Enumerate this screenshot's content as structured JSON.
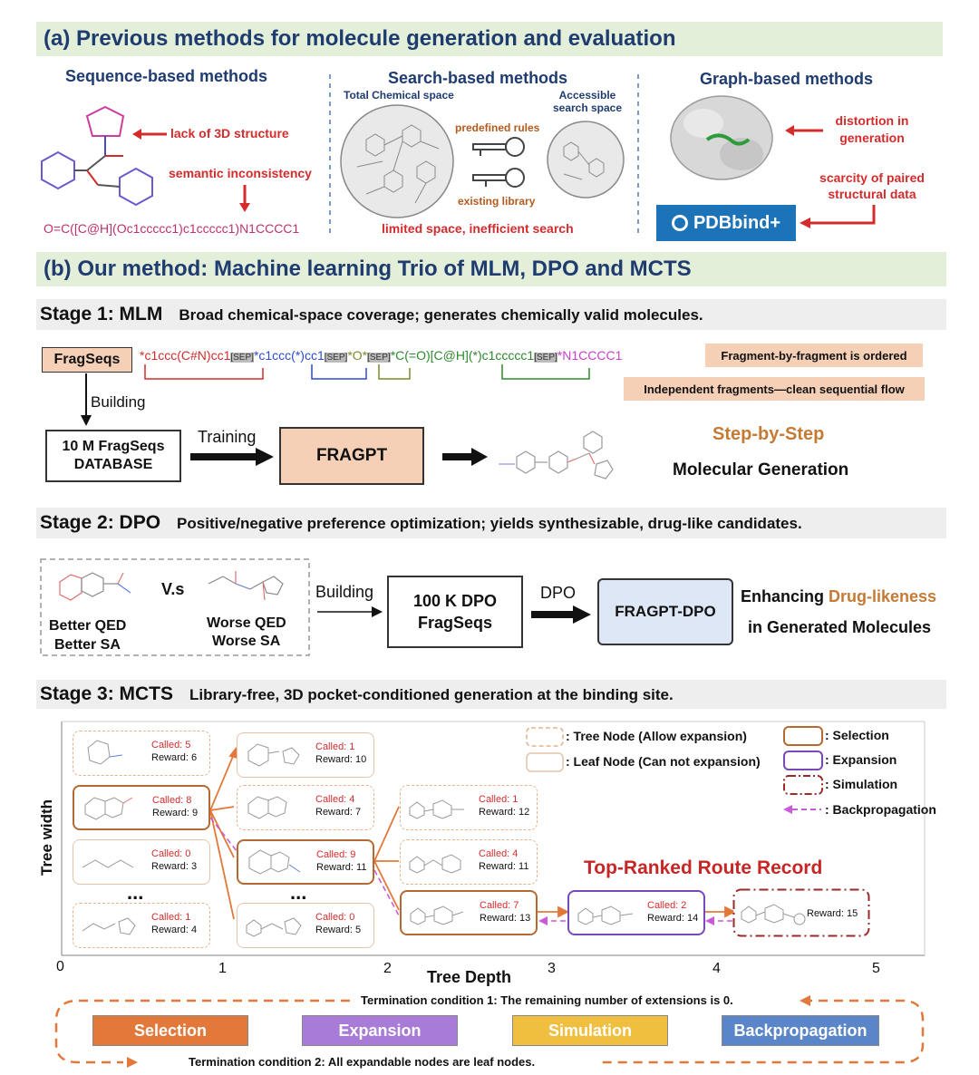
{
  "section_a": {
    "header": "(a) Previous methods for molecule generation and evaluation",
    "sequence": {
      "title": "Sequence-based methods",
      "lack3d": "lack of 3D structure",
      "semantic": "semantic inconsistency",
      "smiles": "O=C([C@H](Oc1ccccc1)c1ccccc1)N1CCCC1"
    },
    "search": {
      "title": "Search-based methods",
      "total_space": "Total Chemical space",
      "accessible": "Accessible search space",
      "predefined": "predefined rules",
      "existing": "existing library",
      "limited": "limited space, inefficient search"
    },
    "graph": {
      "title": "Graph-based methods",
      "distortion": "distortion in generation",
      "scarcity": "scarcity of paired structural data",
      "pdbbind": "PDBbind+"
    }
  },
  "section_b": {
    "header": "(b) Our method: Machine learning Trio of MLM, DPO and MCTS"
  },
  "stage1": {
    "title": "Stage 1:  MLM",
    "desc": "Broad chemical-space coverage; generates chemically valid molecules.",
    "fragseqs": "FragSeqs",
    "seq_parts": [
      "*c1ccc(C#N)cc1",
      "[SEP]",
      "*c1ccc(*)cc1",
      "[SEP]",
      "*O*",
      "[SEP]",
      "*C(=O)[C@H](*)c1ccccc1",
      "[SEP]",
      "*N1CCCC1"
    ],
    "ordered": "Fragment-by-fragment is ordered",
    "independent": "Independent fragments—clean sequential flow",
    "building": "Building",
    "database": "10 M FragSeqs DATABASE",
    "training": "Training",
    "fragpt": "FRAGPT",
    "step": "Step-by-Step",
    "molgen": "Molecular Generation"
  },
  "stage2": {
    "title": "Stage 2:  DPO",
    "desc": "Positive/negative preference optimization; yields synthesizable, drug-like candidates.",
    "vs": "V.s",
    "better1": "Better QED",
    "better2": "Better SA",
    "worse1": "Worse QED",
    "worse2": "Worse SA",
    "building": "Building",
    "dpo_db": "100 K DPO FragSeqs",
    "dpo": "DPO",
    "fragpt_dpo": "FRAGPT-DPO",
    "enh1": "Enhancing",
    "enh2": "Drug-likeness",
    "enh3": "in Generated Molecules"
  },
  "stage3": {
    "title": "Stage 3: MCTS",
    "desc": "Library-free, 3D pocket-conditioned generation at the binding site.",
    "legend": {
      "tree_node": ": Tree Node (Allow expansion)",
      "leaf_node": ": Leaf Node (Can not expansion)",
      "selection": ": Selection",
      "expansion": ": Expansion",
      "simulation": ": Simulation",
      "backprop": ": Backpropagation"
    },
    "y_label": "Tree width",
    "x_label": "Tree Depth",
    "x_ticks": [
      "0",
      "1",
      "2",
      "3",
      "4",
      "5"
    ],
    "top_ranked": "Top-Ranked Route Record",
    "ellipsis": "...",
    "nodes": [
      {
        "called": "Called: 5",
        "reward": "Reward: 6"
      },
      {
        "called": "Called: 8",
        "reward": "Reward: 9"
      },
      {
        "called": "Called: 0",
        "reward": "Reward: 3"
      },
      {
        "called": "Called: 1",
        "reward": "Reward: 4"
      },
      {
        "called": "Called: 1",
        "reward": "Reward: 10"
      },
      {
        "called": "Called: 4",
        "reward": "Reward: 7"
      },
      {
        "called": "Called: 9",
        "reward": "Reward: 11"
      },
      {
        "called": "Called: 0",
        "reward": "Reward: 5"
      },
      {
        "called": "Called: 1",
        "reward": "Reward: 12"
      },
      {
        "called": "Called: 4",
        "reward": "Reward: 11"
      },
      {
        "called": "Called: 7",
        "reward": "Reward: 13"
      },
      {
        "called": "Called: 2",
        "reward": "Reward: 14"
      },
      {
        "called": "",
        "reward": "Reward: 15"
      }
    ],
    "term1": "Termination condition 1: The remaining number of extensions is 0.",
    "term2": "Termination condition 2: All expandable nodes are leaf nodes.",
    "pills": [
      {
        "label": "Selection",
        "color": "#e2793a"
      },
      {
        "label": "Expansion",
        "color": "#a97bd8"
      },
      {
        "label": "Simulation",
        "color": "#f1bf3f"
      },
      {
        "label": "Backpropagation",
        "color": "#5a86c9"
      }
    ]
  }
}
